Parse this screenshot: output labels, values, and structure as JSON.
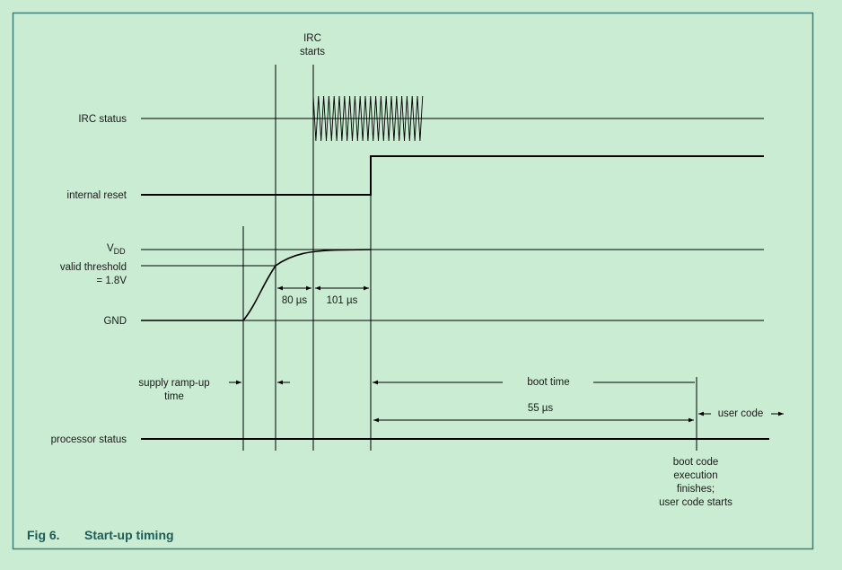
{
  "colors": {
    "background": "#c9ecd2",
    "border": "#3f7f79",
    "trace": "#000000",
    "caption": "#1f5b57"
  },
  "labels": {
    "irc_starts_1": "IRC",
    "irc_starts_2": "starts",
    "irc_status": "IRC status",
    "internal_reset": "internal reset",
    "vdd_main": "V",
    "vdd_sub": "DD",
    "valid_threshold_1": "valid threshold",
    "valid_threshold_2": "= 1.8V",
    "gnd": "GND",
    "t80": "80 µs",
    "t101": "101 µs",
    "supply_ramp_1": "supply ramp-up",
    "supply_ramp_2": "time",
    "boot_time": "boot time",
    "t55": "55 µs",
    "user_code": "user code",
    "processor_status": "processor status",
    "boot_finish_1": "boot code",
    "boot_finish_2": "execution",
    "boot_finish_3": "finishes;",
    "boot_finish_4": "user code starts"
  },
  "caption": {
    "number": "Fig 6.",
    "title": "Start-up timing"
  }
}
